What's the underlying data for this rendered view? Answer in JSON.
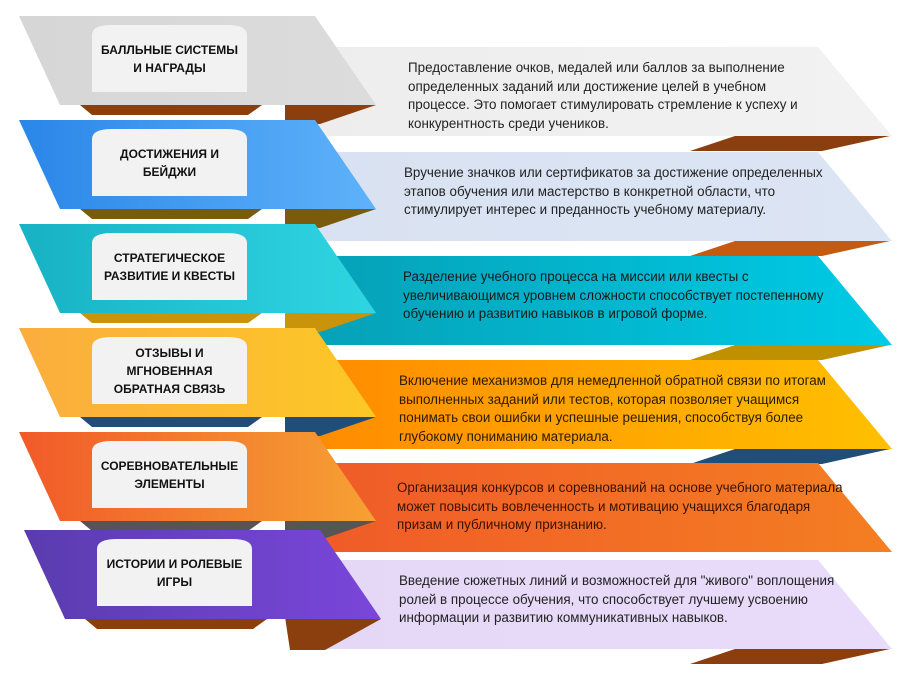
{
  "rows": [
    {
      "title": "БАЛЛЬНЫЕ СИСТЕМЫ И НАГРАДЫ",
      "text": "Предоставление очков, медалей или баллов за выполнение определенных заданий или достижение целей в учебном процессе. Это помогает стимулировать стремление к успеху и конкурентность среди учеников.",
      "colors": {
        "left_a": "#d6d6d6",
        "left_b": "#dcdcdc",
        "panel_a": "#ededed",
        "panel_b": "#f2f2f2",
        "shadow": "#8b3f0e",
        "fold": "#8b3f0e",
        "text": "#222222"
      }
    },
    {
      "title": "ДОСТИЖЕНИЯ И БЕЙДЖИ",
      "text": "Вручение значков или сертификатов за достижение определенных этапов обучения или мастерство в конкретной области, что стимулирует интерес и преданность учебному материалу.",
      "colors": {
        "left_a": "#2a86e8",
        "left_b": "#5fb2fa",
        "panel_a": "#d9e2f2",
        "panel_b": "#dce5f4",
        "shadow": "#7b5a0c",
        "fold": "#c55a11",
        "text": "#222222"
      }
    },
    {
      "title": "СТРАТЕГИЧЕСКОЕ РАЗВИТИЕ И КВЕСТЫ",
      "text": "Разделение учебного процесса на миссии или квесты с увеличивающимся уровнем сложности способствует постепенному обучению и развитию навыков в игровой форме.",
      "colors": {
        "left_a": "#17b2c4",
        "left_b": "#2fd5e2",
        "panel_a": "#06a0b6",
        "panel_b": "#00cbe6",
        "shadow": "#c9930a",
        "fold": "#bf9000",
        "text": "#1a1a1a"
      }
    },
    {
      "title": "ОТЗЫВЫ И МГНОВЕННАЯ ОБРАТНАЯ СВЯЗЬ",
      "text": "Включение механизмов для немедленной обратной связи по итогам выполненных заданий или тестов, которая позволяет учащимся понимать свои ошибки и успешные решения, способствуя более глубокому пониманию материала.",
      "colors": {
        "left_a": "#fbad3e",
        "left_b": "#fdc826",
        "panel_a": "#ff8a00",
        "panel_b": "#ffc000",
        "shadow": "#1f4e79",
        "fold": "#1f4e79",
        "text": "#2a1a00"
      }
    },
    {
      "title": "СОРЕВНОВАТЕЛЬНЫЕ ЭЛЕМЕНТЫ",
      "text": "Организация конкурсов и соревнований на основе учебного материала может повысить вовлеченность и мотивацию учащихся благодаря призам и публичному признанию.",
      "colors": {
        "left_a": "#f15a29",
        "left_b": "#f6a133",
        "panel_a": "#f05a28",
        "panel_b": "#f47e22",
        "shadow": "#555555",
        "fold": "",
        "text": "#3a1200"
      }
    },
    {
      "title": "ИСТОРИИ И РОЛЕВЫЕ ИГРЫ",
      "text": "Введение сюжетных линий и возможностей для \"живого\" воплощения ролей в процессе обучения, что способствует лучшему усвоению информации и развитию коммуникативных навыков.",
      "colors": {
        "left_a": "#5a3caf",
        "left_b": "#7a46da",
        "panel_a": "#e4d8f6",
        "panel_b": "#e8dcfa",
        "shadow": "#8b3f0e",
        "fold": "#8b3f0e",
        "text": "#222222"
      }
    }
  ]
}
